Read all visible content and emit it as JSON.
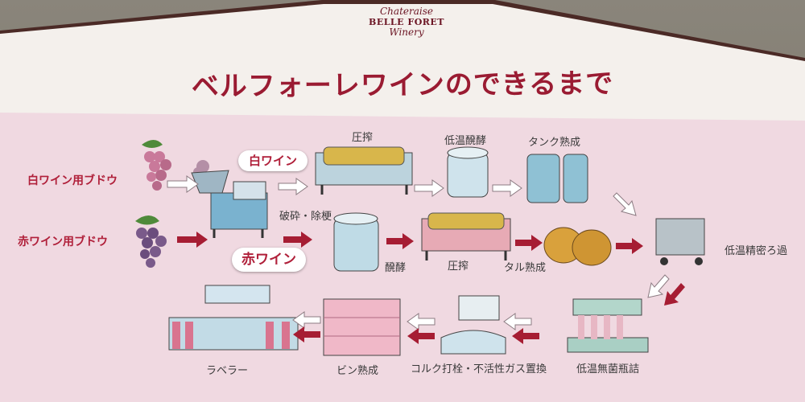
{
  "brand": {
    "line1": "Chateraise",
    "line2": "BELLE FORET",
    "line3": "Winery"
  },
  "title": "ベルフォーレワインのできるまで",
  "inputs": {
    "white_grapes": "白ワイン用ブドウ",
    "red_grapes": "赤ワイン用ブドウ"
  },
  "badges": {
    "white_wine": "白ワイン",
    "red_wine": "赤ワイン"
  },
  "steps": {
    "crush": "破砕・除梗",
    "press_top": "圧搾",
    "low_temp_ferment": "低温醗酵",
    "tank_aging": "タンク熟成",
    "ferment": "醗酵",
    "press_mid": "圧搾",
    "barrel_aging": "タル熟成",
    "filtration": "低温精密ろ過",
    "sterile_bottling": "低温無菌瓶詰",
    "cork": "コルク打栓・不活性ガス置換",
    "bottle_aging": "ビン熟成",
    "labeler": "ラベラー"
  },
  "colors": {
    "title_red": "#9a1b32",
    "arrow_red": "#a61d33",
    "arrow_white": "#ffffff",
    "board_pink": "#f1dbe2"
  }
}
